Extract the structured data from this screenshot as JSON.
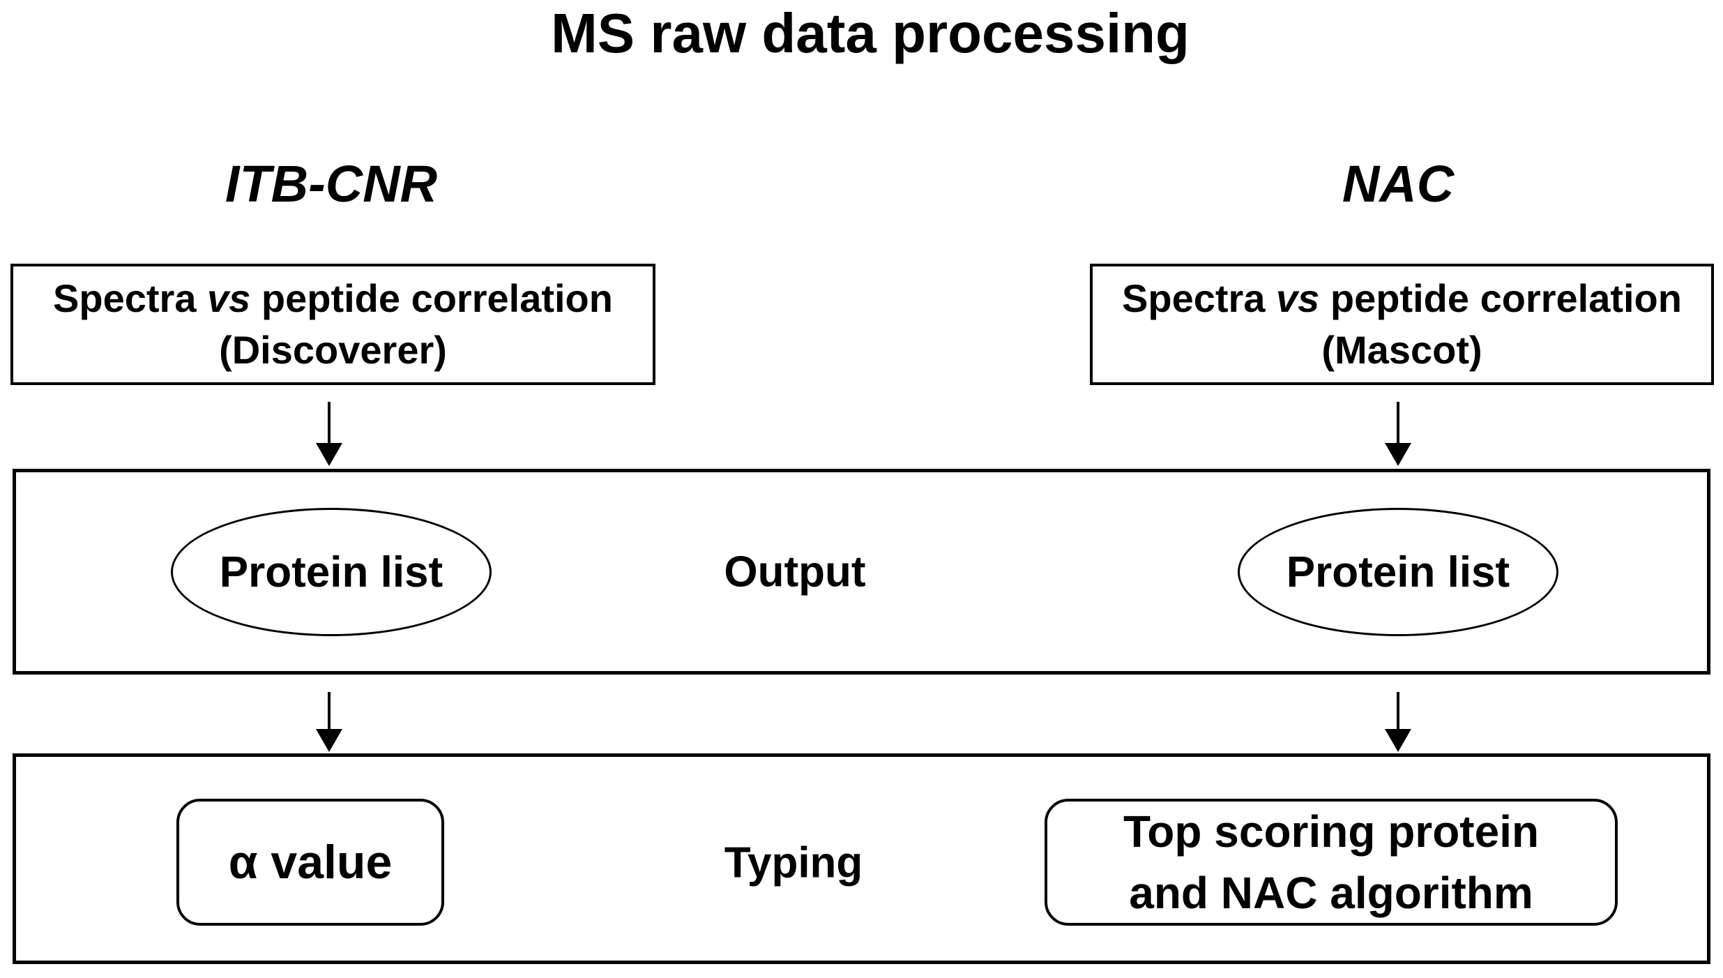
{
  "diagram": {
    "title": "MS raw data processing",
    "center_labels": {
      "output": "Output",
      "typing": "Typing"
    },
    "left_column": {
      "header": "ITB-CNR",
      "method": {
        "line1_pre": "Spectra ",
        "vs": "vs",
        "line1_post": " peptide correlation",
        "line2": "(Discoverer)"
      },
      "output_node": "Protein list",
      "typing_node": "α value"
    },
    "right_column": {
      "header": "NAC",
      "method": {
        "line1_pre": "Spectra ",
        "vs": "vs",
        "line1_post": " peptide correlation",
        "line2": "(Mascot)"
      },
      "output_node": "Protein list",
      "typing_node_line1": "Top scoring protein",
      "typing_node_line2": "and NAC algorithm"
    },
    "colors": {
      "ink": "#000000",
      "background": "#ffffff"
    }
  }
}
